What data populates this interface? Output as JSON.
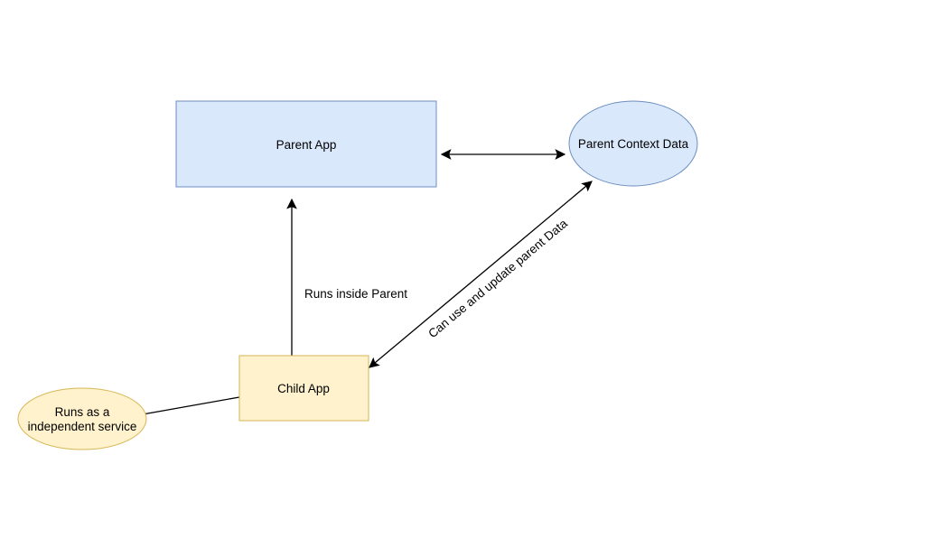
{
  "diagram": {
    "nodes": {
      "parent_app": {
        "label": "Parent App",
        "shape": "rectangle"
      },
      "parent_context_data": {
        "label": "Parent Context Data",
        "shape": "ellipse"
      },
      "child_app": {
        "label": "Child App",
        "shape": "rectangle"
      },
      "independent_service": {
        "label_line1": "Runs as a",
        "label_line2": "independent service",
        "shape": "ellipse"
      }
    },
    "edges": {
      "parent_to_context": {
        "label": "",
        "type": "double-arrow"
      },
      "child_to_parent": {
        "label": "Runs inside Parent",
        "type": "arrow"
      },
      "child_to_context": {
        "label": "Can use and update parent Data",
        "type": "double-arrow"
      },
      "service_to_child": {
        "label": "",
        "type": "plain-line"
      }
    },
    "colors": {
      "page_bg": "#ffffff",
      "blue_fill": "#dae8fc",
      "blue_stroke": "#6c8ebf",
      "yellow_fill": "#fff2cc",
      "yellow_stroke": "#d6b656",
      "line_color": "#000000",
      "text_color": "#000000"
    }
  }
}
